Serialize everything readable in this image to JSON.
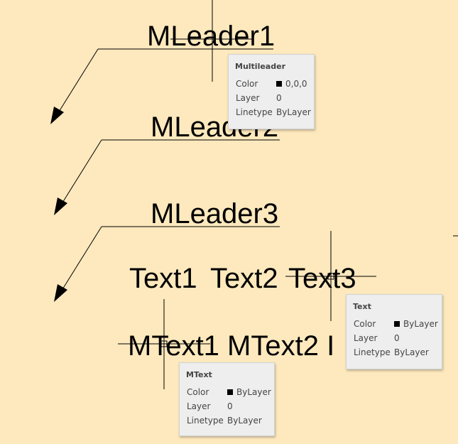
{
  "drawing": {
    "mleaders": [
      "MLeader1",
      "MLeader2",
      "MLeader3"
    ],
    "texts": [
      "Text1",
      "Text2",
      "Text3"
    ],
    "mtext_line": "MText1 MText2 I"
  },
  "tooltips": {
    "multileader": {
      "title": "Multileader",
      "rows": [
        {
          "label": "Color",
          "value": "0,0,0"
        },
        {
          "label": "Layer",
          "value": "0"
        },
        {
          "label": "Linetype",
          "value": "ByLayer"
        }
      ]
    },
    "text": {
      "title": "Text",
      "rows": [
        {
          "label": "Color",
          "value": "ByLayer"
        },
        {
          "label": "Layer",
          "value": "0"
        },
        {
          "label": "Linetype",
          "value": "ByLayer"
        }
      ]
    },
    "mtext": {
      "title": "MText",
      "rows": [
        {
          "label": "Color",
          "value": "ByLayer"
        },
        {
          "label": "Layer",
          "value": "0"
        },
        {
          "label": "Linetype",
          "value": "ByLayer"
        }
      ]
    }
  },
  "colors": {
    "background": "#fde9bd",
    "geometry": "#000000",
    "tooltip_bg": "#eeeeee"
  }
}
